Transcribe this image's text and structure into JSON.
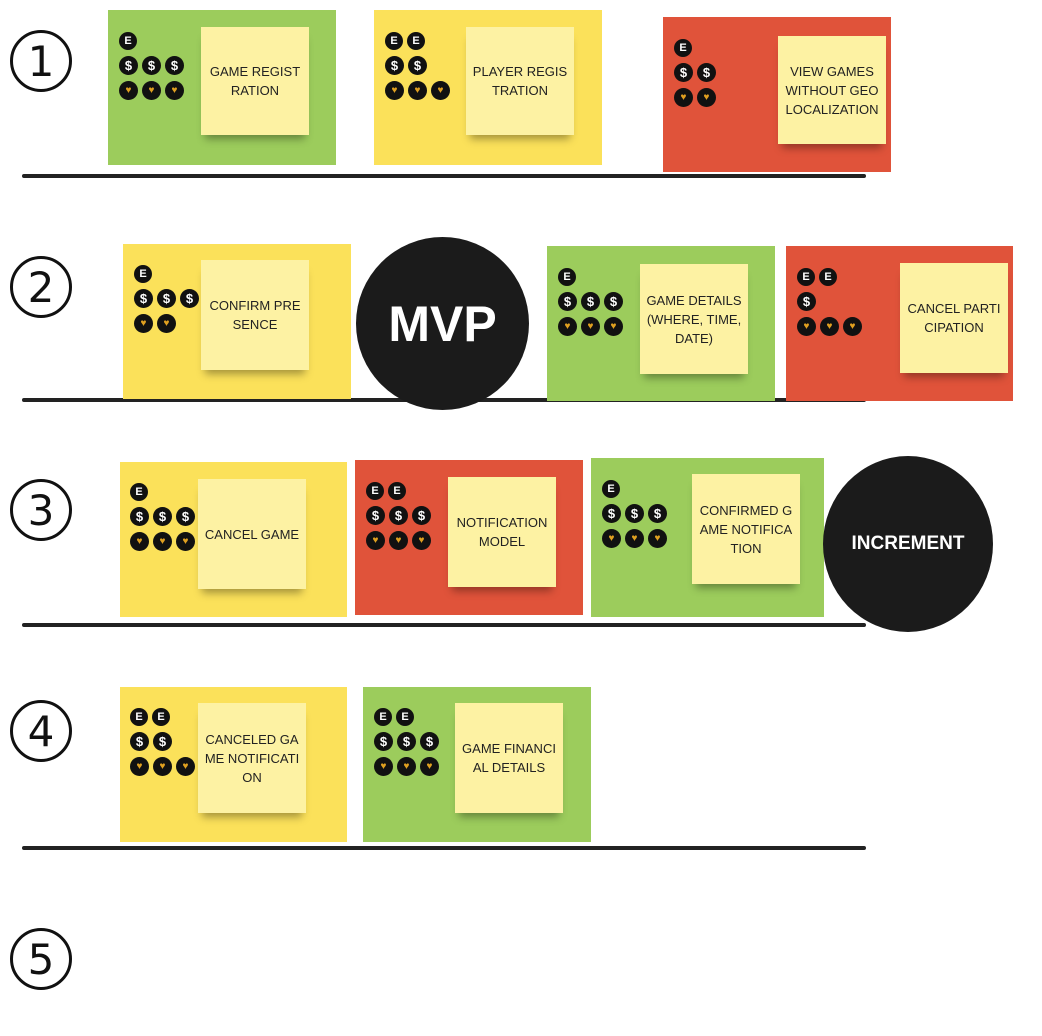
{
  "rows": [
    {
      "number": "1"
    },
    {
      "number": "2"
    },
    {
      "number": "3"
    },
    {
      "number": "4"
    },
    {
      "number": "5"
    }
  ],
  "icon_glyphs": {
    "effort": "E",
    "value": "$",
    "love": "♥"
  },
  "colors": {
    "green": "#9ccc5c",
    "yellow": "#fbe15a",
    "red": "#e0533a",
    "note": "#fdf2a3",
    "badge": "#1b1b1b"
  },
  "badges": {
    "mvp": "MVP",
    "increment": "INCREMENT"
  },
  "cards": [
    {
      "row": 1,
      "color": "green",
      "label": "GAME REGISTRATION",
      "effort": 1,
      "value": 3,
      "love": 3
    },
    {
      "row": 1,
      "color": "yellow",
      "label": "PLAYER REGISTRATION",
      "effort": 2,
      "value": 2,
      "love": 3
    },
    {
      "row": 1,
      "color": "red",
      "label": "VIEW GAMES WITHOUT GEOLOCALIZATION",
      "effort": 1,
      "value": 2,
      "love": 2
    },
    {
      "row": 2,
      "color": "yellow",
      "label": "CONFIRM PRESENCE",
      "effort": 1,
      "value": 3,
      "love": 2
    },
    {
      "row": 2,
      "color": "green",
      "label": "GAME DETAILS (WHERE, TIME, DATE)",
      "effort": 1,
      "value": 3,
      "love": 3
    },
    {
      "row": 2,
      "color": "red",
      "label": "CANCEL PARTICIPATION",
      "effort": 2,
      "value": 1,
      "love": 3
    },
    {
      "row": 3,
      "color": "yellow",
      "label": "CANCEL GAME",
      "effort": 1,
      "value": 3,
      "love": 3
    },
    {
      "row": 3,
      "color": "red",
      "label": "NOTIFICATION MODEL",
      "effort": 2,
      "value": 3,
      "love": 3
    },
    {
      "row": 3,
      "color": "green",
      "label": "CONFIRMED GAME NOTIFICATION",
      "effort": 1,
      "value": 3,
      "love": 3
    },
    {
      "row": 4,
      "color": "yellow",
      "label": "CANCELED GAME NOTIFICATION",
      "effort": 2,
      "value": 2,
      "love": 3
    },
    {
      "row": 4,
      "color": "green",
      "label": "GAME FINANCIAL DETAILS",
      "effort": 2,
      "value": 3,
      "love": 3
    }
  ]
}
